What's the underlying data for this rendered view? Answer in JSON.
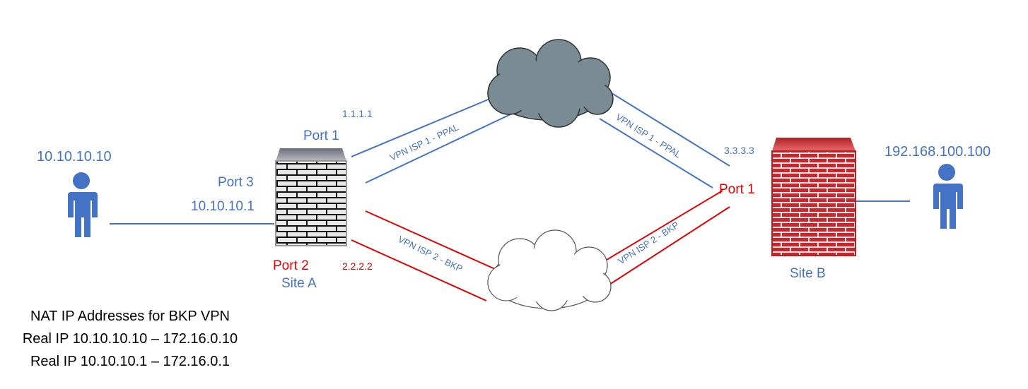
{
  "colors": {
    "blue": "#4472c4",
    "red": "#e00000",
    "cloud_primary": "#7a8c93",
    "cloud_backup": "#ffffff",
    "firewall_a": "#3a3a3a",
    "firewall_b": "#c8282d",
    "user": "#4472c4"
  },
  "icons": {
    "user_a": "person-icon",
    "user_b": "person-icon",
    "firewall_a": "firewall-icon",
    "firewall_b": "firewall-icon",
    "cloud_isp1": "cloud-icon",
    "cloud_isp2": "cloud-icon"
  },
  "labels": {
    "user_a_ip": "10.10.10.10",
    "user_b_ip": "192.168.100.100",
    "site_a_port1": "Port 1",
    "site_a_port3": "Port 3",
    "site_a_port3_ip": "10.10.10.1",
    "site_a_port2": "Port 2",
    "site_a_name": "Site A",
    "site_a_isp1_ip": "1.1.1.1",
    "site_a_isp2_ip": "2.2.2.2",
    "site_b_isp_ip": "3.3.3.3",
    "site_b_port1": "Port 1",
    "site_b_name": "Site B",
    "vpn_isp1_left": "VPN ISP 1 - PPAL",
    "vpn_isp1_right": "VPN ISP 1 - PPAL",
    "vpn_isp2_left": "VPN ISP 2 - BKP",
    "vpn_isp2_right": "VPN ISP 2 - BKP"
  },
  "nat_note": {
    "title": "NAT IP Addresses for BKP VPN",
    "lines": [
      "Real IP 10.10.10.10 – 172.16.0.10",
      "Real IP 10.10.10.1 – 172.16.0.1"
    ]
  }
}
